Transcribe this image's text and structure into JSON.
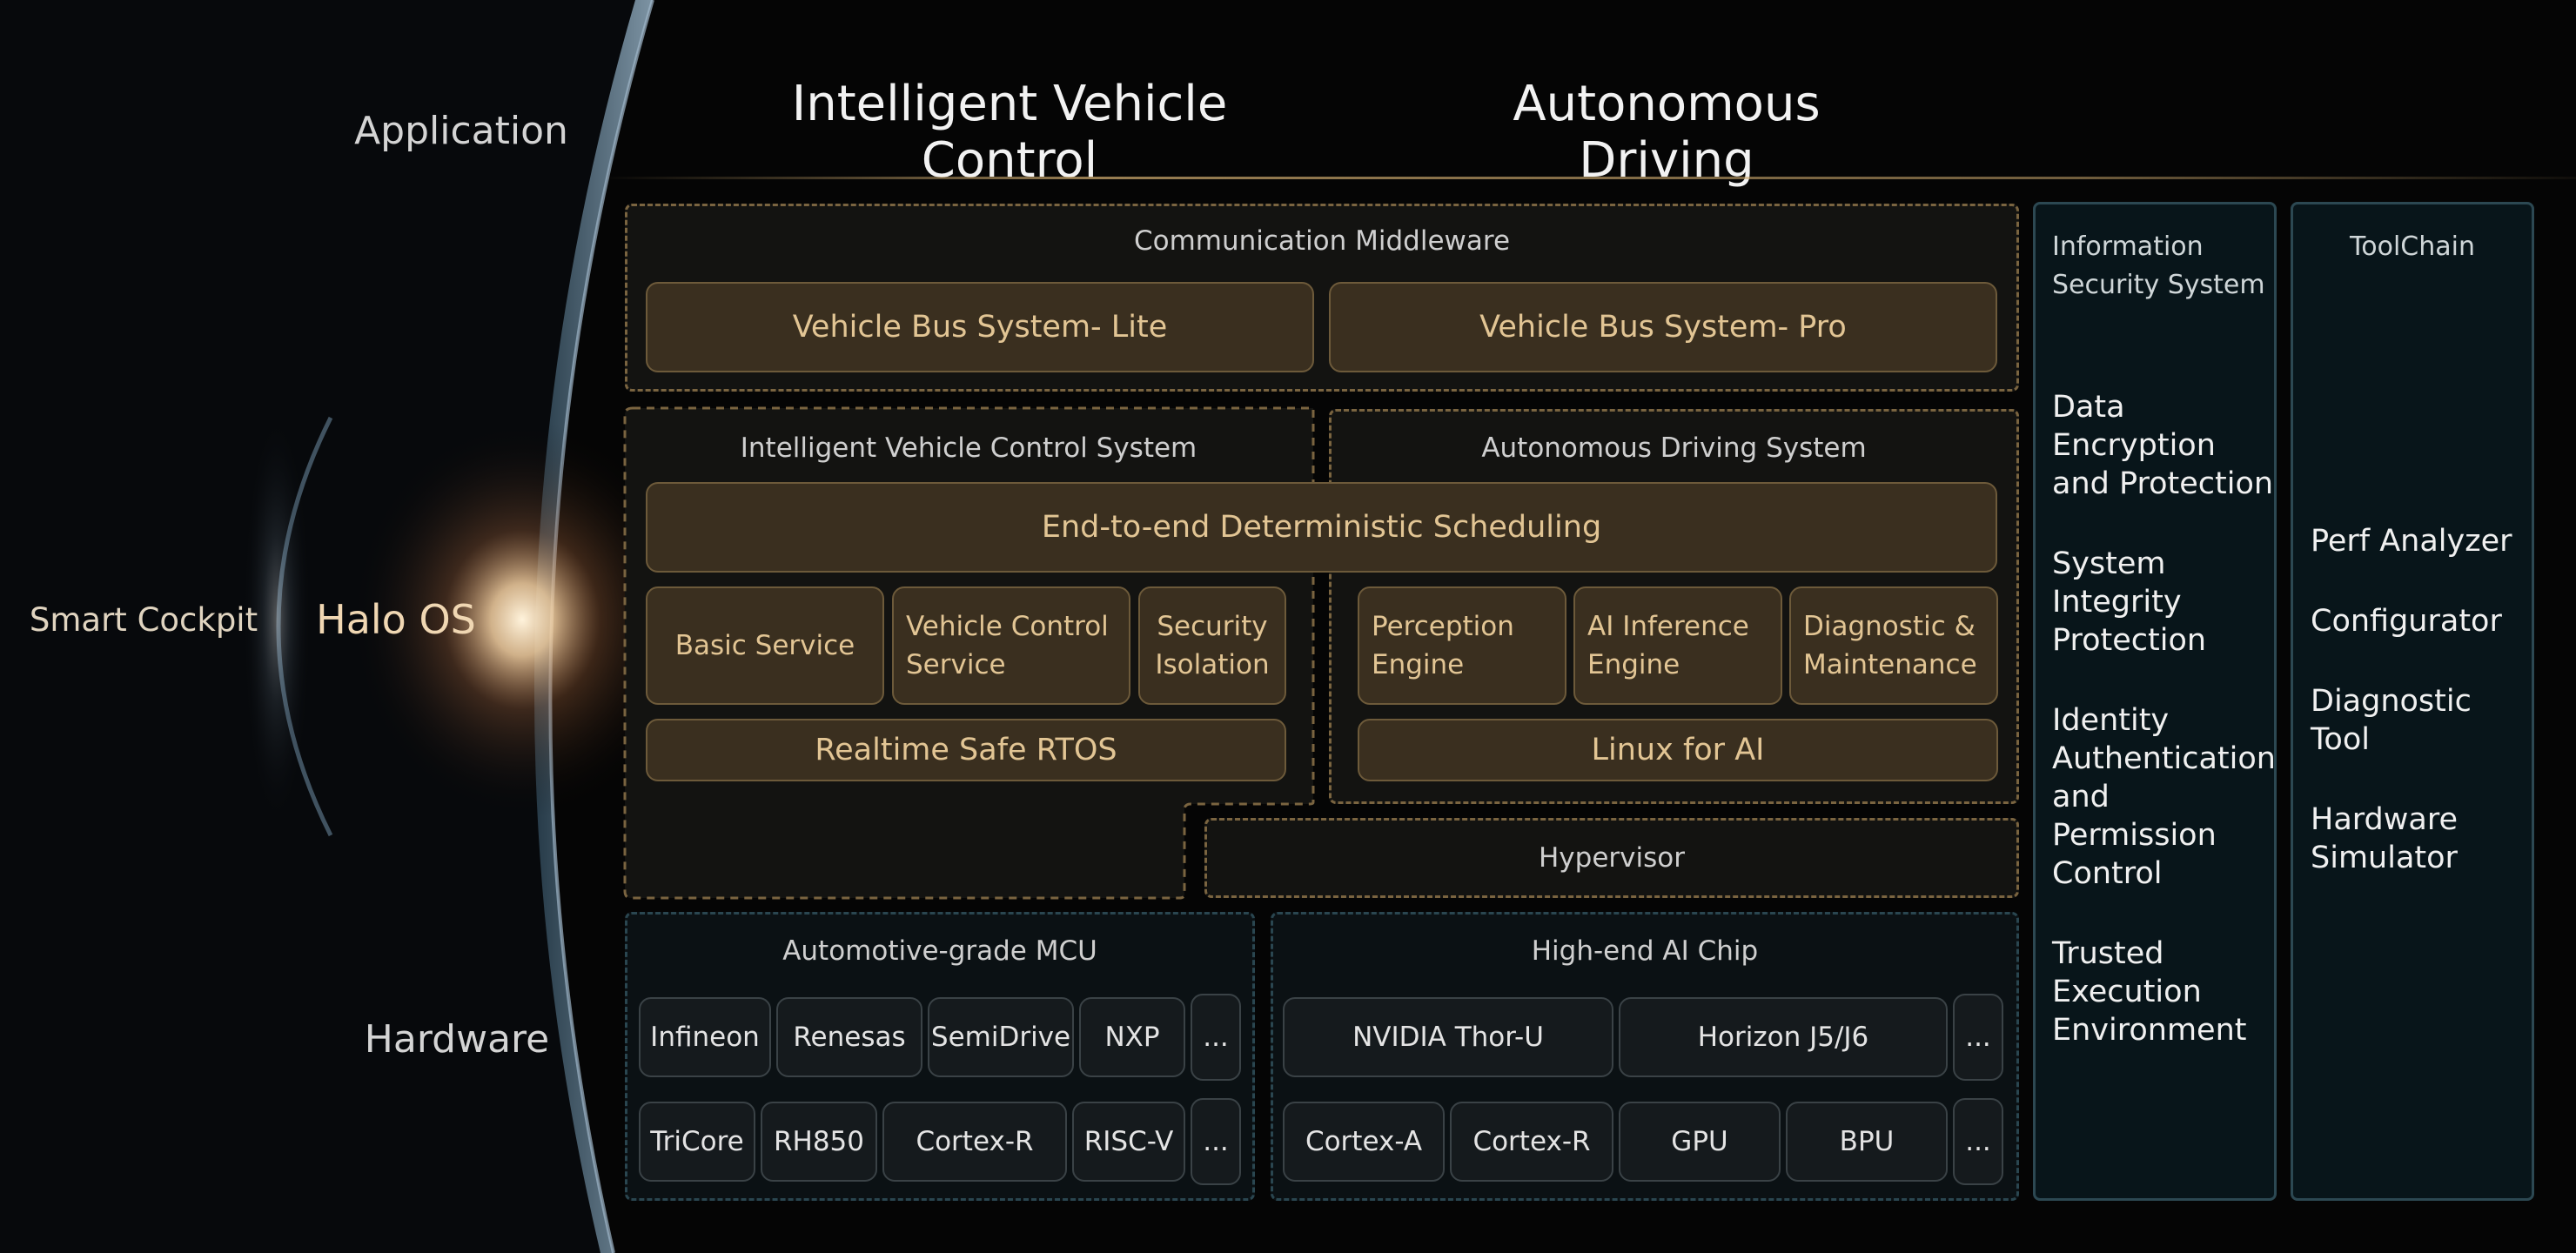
{
  "layers": {
    "application": "Application",
    "smart_cockpit": "Smart Cockpit",
    "os": "Halo OS",
    "hardware": "Hardware"
  },
  "top_titles": {
    "intelligent_vehicle_control": "Intelligent Vehicle Control",
    "autonomous_driving": "Autonomous Driving"
  },
  "middleware": {
    "title": "Communication Middleware",
    "lite": "Vehicle Bus System- Lite",
    "pro": "Vehicle Bus System- Pro"
  },
  "ivc_system": {
    "title": "Intelligent Vehicle Control  System",
    "basic_service": "Basic Service",
    "vehicle_control_service": [
      "Vehicle Control",
      "Service"
    ],
    "security_isolation": [
      "Security",
      "Isolation"
    ],
    "rtos": "Realtime Safe RTOS"
  },
  "ad_system": {
    "title": "Autonomous Driving  System",
    "perception": [
      "Perception",
      "Engine"
    ],
    "ai_inference": [
      "AI Inference",
      "Engine"
    ],
    "diagnostic": [
      "Diagnostic &",
      "Maintenance"
    ],
    "linux": "Linux for AI"
  },
  "scheduling": "End-to-end Deterministic Scheduling",
  "hypervisor": "Hypervisor",
  "mcu": {
    "title": "Automotive-grade  MCU",
    "row1": [
      "Infineon",
      "Renesas",
      "SemiDrive",
      "NXP",
      "..."
    ],
    "row2": [
      "TriCore",
      "RH850",
      "Cortex-R",
      "RISC-V",
      "..."
    ]
  },
  "ai_chip": {
    "title": "High-end AI Chip",
    "row1": [
      "NVIDIA Thor-U",
      "Horizon J5/J6",
      "..."
    ],
    "row2": [
      "Cortex-A",
      "Cortex-R",
      "GPU",
      "BPU",
      "..."
    ]
  },
  "security_system": {
    "title": [
      "Information",
      "Security System"
    ],
    "items": [
      [
        "Data",
        "Encryption",
        "and Protection"
      ],
      [
        "System",
        "Integrity",
        "Protection"
      ],
      [
        "Identity",
        "Authentication",
        "and",
        "Permission",
        "Control"
      ],
      [
        "Trusted",
        "Execution",
        "Environment"
      ]
    ]
  },
  "toolchain": {
    "title": "ToolChain",
    "items": [
      [
        "Perf Analyzer"
      ],
      [
        "Configurator"
      ],
      [
        "Diagnostic",
        "Tool"
      ],
      [
        "Hardware",
        "Simulator"
      ]
    ]
  },
  "colors": {
    "gold_text": "#e2c594",
    "gold_fill": "#3a2f1f",
    "gold_border": "#6d5a3a",
    "teal_border": "#2c4852",
    "background": "#050505"
  }
}
